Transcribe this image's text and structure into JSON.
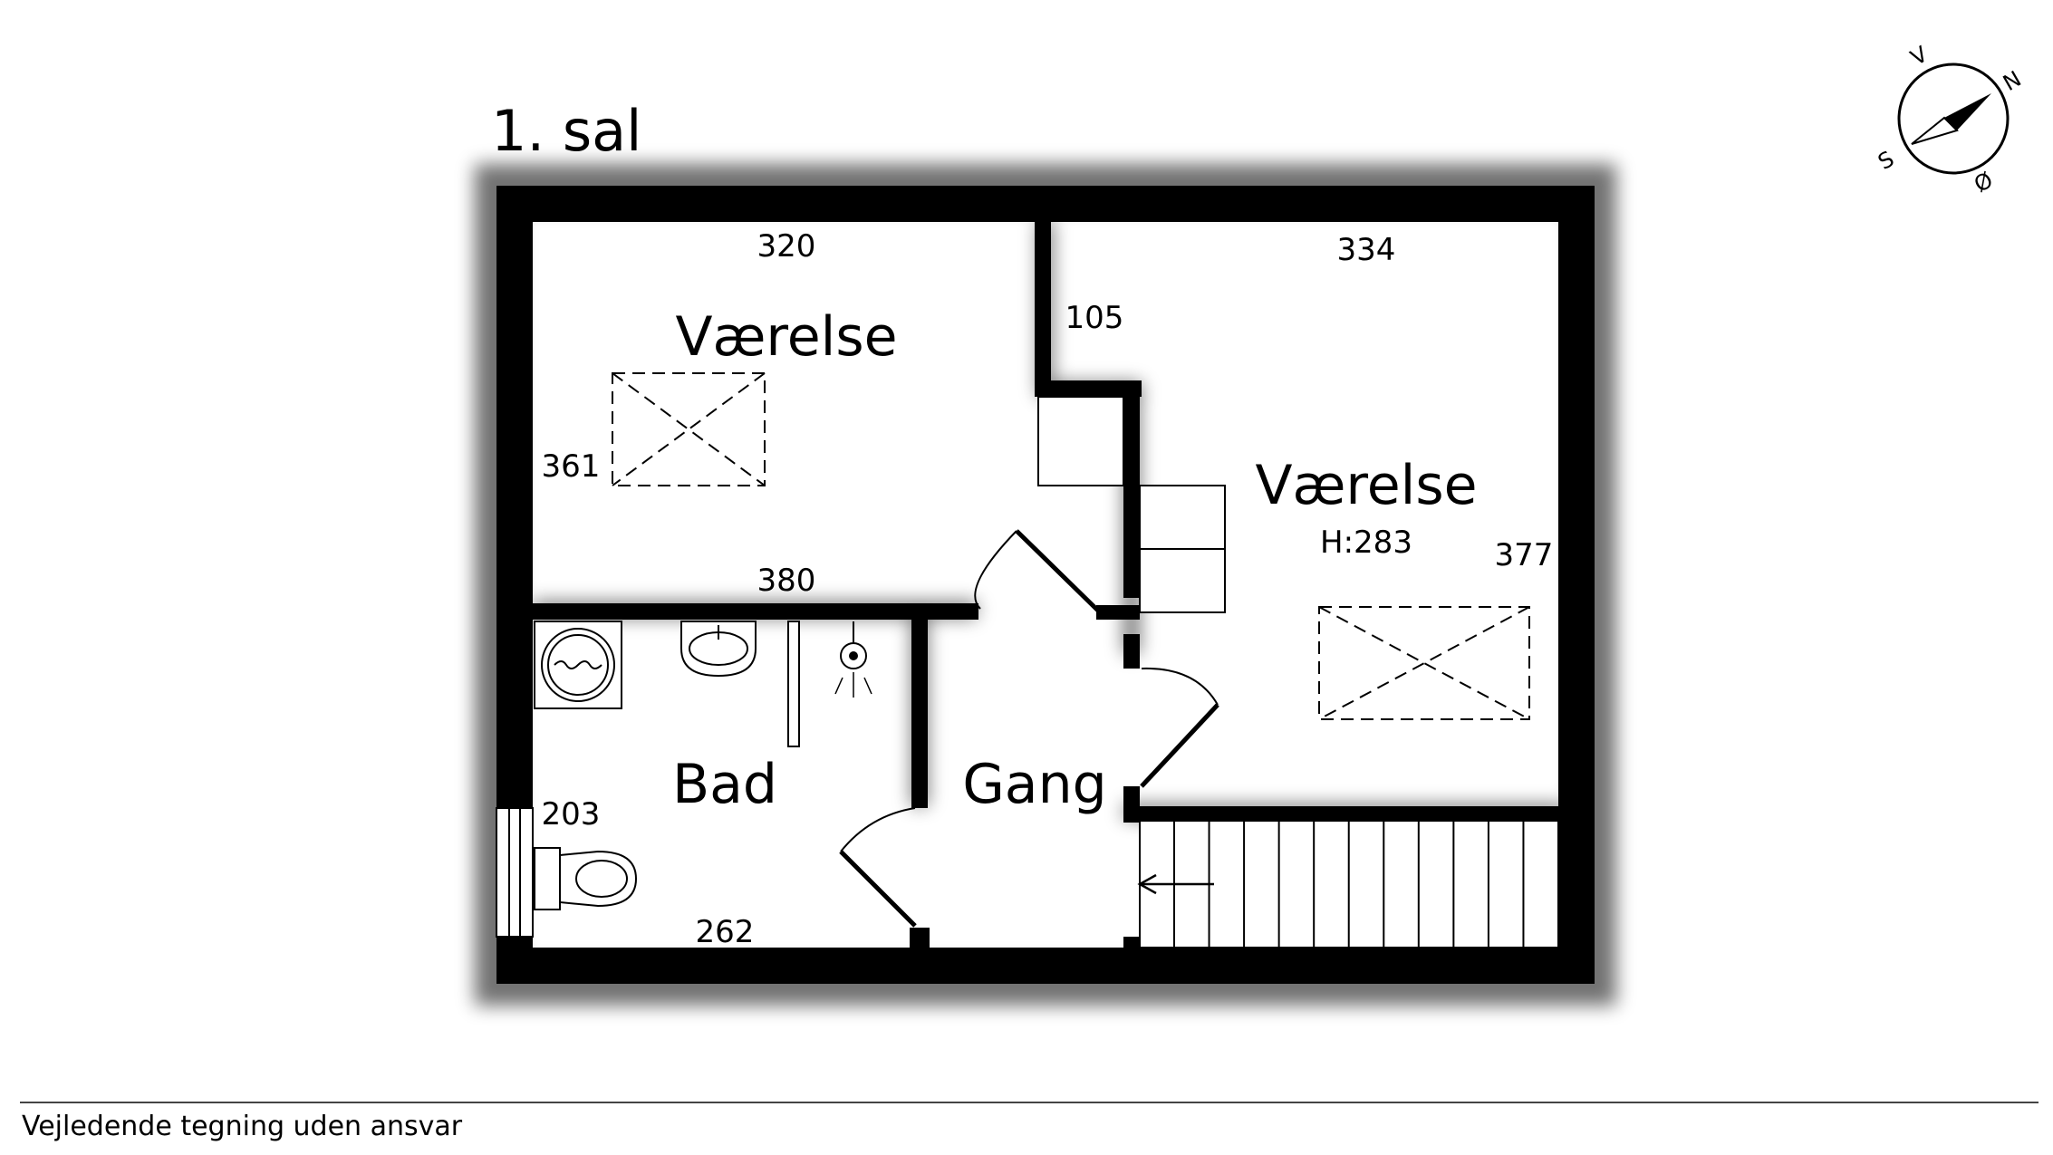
{
  "title": "1. sal",
  "footer": "Vejledende tegning uden ansvar",
  "compass": {
    "n": "N",
    "s": "S",
    "v": "V",
    "o": "Ø"
  },
  "rooms": [
    {
      "name": "Værelse",
      "top_dim": "320",
      "side_dim": "361",
      "bottom_dim": "380"
    },
    {
      "name": "Værelse",
      "height": "H:283",
      "top_dim": "334",
      "wall_dim": "105",
      "side_dim": "377"
    },
    {
      "name": "Bad",
      "side_dim": "203",
      "bottom_dim": "262"
    },
    {
      "name": "Gang"
    }
  ],
  "colors": {
    "wall": "#000000",
    "background": "#ffffff"
  },
  "icons": [
    "compass-icon",
    "skylight-icon",
    "washbasin-icon",
    "shower-icon",
    "washing-machine-icon",
    "toilet-icon",
    "staircase-arrow-icon"
  ]
}
